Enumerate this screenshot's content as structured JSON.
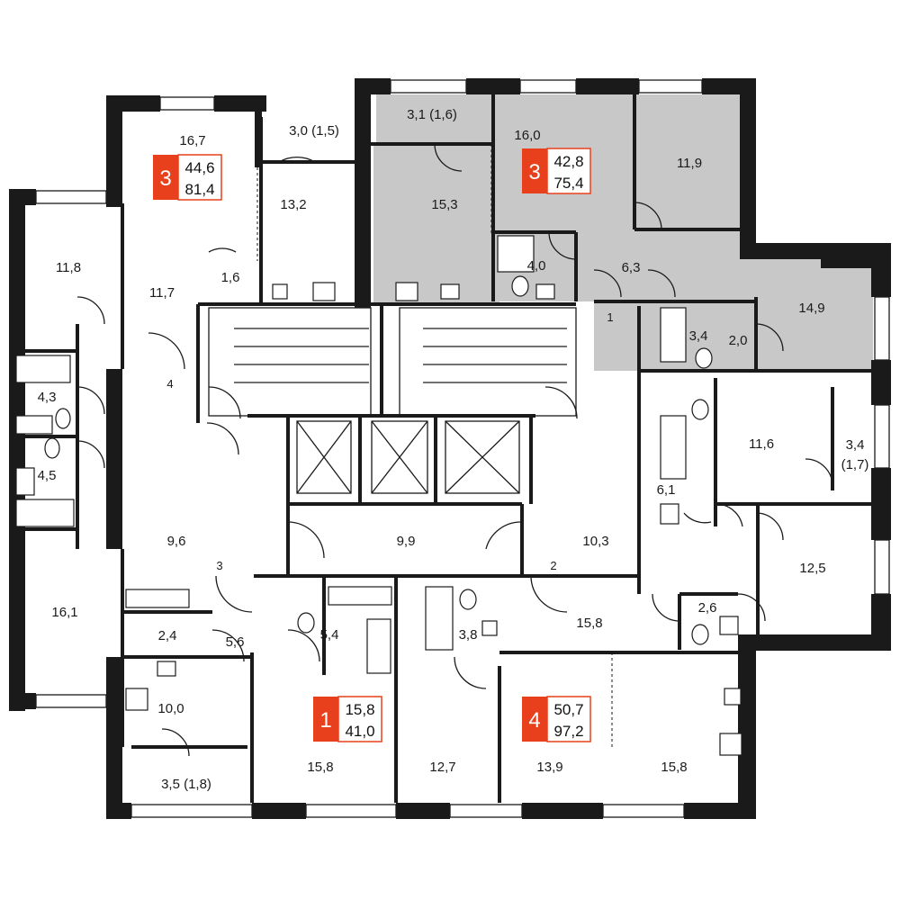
{
  "accent_color": "#e8401c",
  "highlight_fill": "#c8c8c8",
  "apartments": [
    {
      "rooms": "3",
      "area_living": "44,6",
      "area_total": "81,4"
    },
    {
      "rooms": "3",
      "area_living": "42,8",
      "area_total": "75,4"
    },
    {
      "rooms": "1",
      "area_living": "15,8",
      "area_total": "41,0"
    },
    {
      "rooms": "4",
      "area_living": "50,7",
      "area_total": "97,2"
    }
  ],
  "rooms": {
    "r16_7": "16,7",
    "r3_0": "3,0 (1,5)",
    "r13_2": "13,2",
    "r1_6": "1,6",
    "r11_7": "11,7",
    "r11_8": "11,8",
    "r4_3": "4,3",
    "r4_5": "4,5",
    "r16_1": "16,1",
    "r3_1": "3,1 (1,6)",
    "r16_0": "16,0",
    "r11_9": "11,9",
    "r15_3": "15,3",
    "r4_0": "4,0",
    "r6_3": "6,3",
    "r14_9": "14,9",
    "r3_4": "3,4",
    "r2_0": "2,0",
    "r11_6": "11,6",
    "r3_4b": "3,4",
    "r1_7": "(1,7)",
    "r6_1": "6,1",
    "r12_5": "12,5",
    "r2_6": "2,6",
    "r9_6": "9,6",
    "r9_9": "9,9",
    "r10_3": "10,3",
    "r15_8a": "15,8",
    "r2_4": "2,4",
    "r5_6": "5,6",
    "r5_4": "5,4",
    "r3_8": "3,8",
    "r10_0": "10,0",
    "r3_5": "3,5 (1,8)",
    "r15_8b": "15,8",
    "r12_7": "12,7",
    "r13_9": "13,9",
    "r15_8c": "15,8"
  },
  "corridor_numbers": {
    "c1": "1",
    "c2": "2",
    "c3": "3",
    "c4": "4"
  }
}
